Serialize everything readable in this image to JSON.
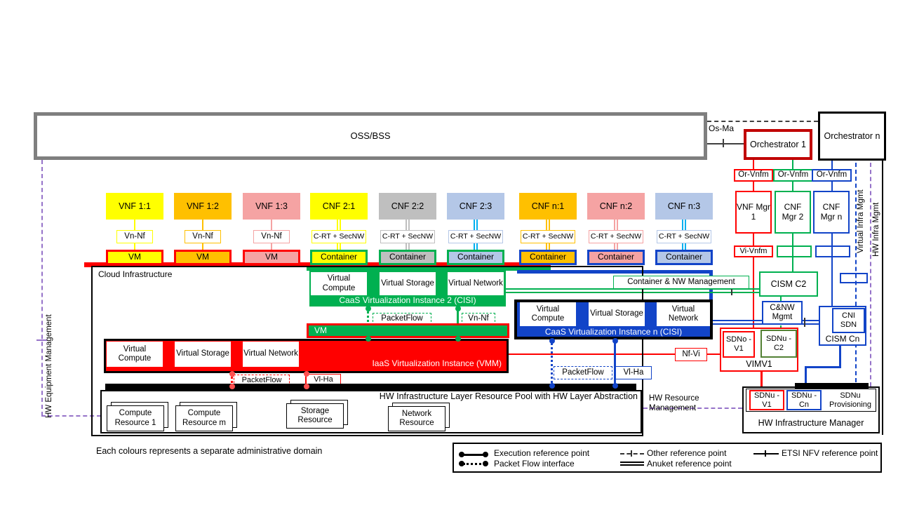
{
  "top": {
    "oss": "OSS/BSS",
    "os_ma": "Os-Ma",
    "orch1": "Orchestrator 1",
    "orchn": "Orchestrator n",
    "or_vnfm_1": "Or-Vnfm",
    "or_vnfm_2": "Or-Vnfm",
    "or_vnfm_3": "Or-Vnfm"
  },
  "columns": [
    {
      "label": "VNF 1:1",
      "ref": "Vn-Nf",
      "unit": "VM"
    },
    {
      "label": "VNF 1:2",
      "ref": "Vn-Nf",
      "unit": "VM"
    },
    {
      "label": "VNF 1:3",
      "ref": "Vn-Nf",
      "unit": "VM"
    },
    {
      "label": "CNF 2:1",
      "ref": "C-RT + SecNW",
      "unit": "Container"
    },
    {
      "label": "CNF 2:2",
      "ref": "C-RT + SecNW",
      "unit": "Container"
    },
    {
      "label": "CNF 2:3",
      "ref": "C-RT + SecNW",
      "unit": "Container"
    },
    {
      "label": "CNF n:1",
      "ref": "C-RT + SecNW",
      "unit": "Container"
    },
    {
      "label": "CNF n:2",
      "ref": "C-RT + SecNW",
      "unit": "Container"
    },
    {
      "label": "CNF n:3",
      "ref": "C-RT + SecNW",
      "unit": "Container"
    }
  ],
  "cloud": {
    "label": "Cloud Infrastructure",
    "caas2": {
      "title": "CaaS Virtualization Instance 2 (CISI)",
      "cells": [
        "Virtual Compute",
        "Virtual Storage",
        "Virtual Network"
      ],
      "packetflow": "PacketFlow",
      "vn_nf": "Vn-Nf"
    },
    "vm_bar": "VM",
    "iaas": {
      "title": "IaaS Virtualization Instance (VMM)",
      "cells": [
        "Virtual Compute",
        "Virtual Storage",
        "Virtual Network"
      ],
      "packetflow": "PacketFlow",
      "vl_ha": "Vl-Ha"
    },
    "caasn": {
      "title": "CaaS Virtualization Instance n (CISI)",
      "cells": [
        "Virtual Compute",
        "Virtual Storage",
        "Virtual Network"
      ],
      "packetflow": "PacketFlow",
      "vl_ha": "Vl-Ha"
    },
    "pool": {
      "title": "HW Infrastructure Layer Resource Pool with HW Layer Abstraction",
      "resources": [
        "Compute Resource 1",
        "Compute Resource m",
        "Storage Resource",
        "Network Resource"
      ]
    }
  },
  "right": {
    "managers": [
      "VNF Mgr 1",
      "CNF Mgr 2",
      "CNF Mgr n"
    ],
    "vi_vnfm": "Vi-Vnfm",
    "cism_c2": "CISM C2",
    "container_nw": "Container & NW Management",
    "cnw_mgmt": "C&NW Mgmt",
    "cni_sdn": "CNI SDN",
    "cism_cn": "CISM Cn",
    "sdno_v1": "SDNo -V1",
    "sdnu_c2": "SDNu -C2",
    "vim": "VIMV1",
    "nf_vi": "Nf-Vi",
    "hw_mgr_title": "HW Infrastructure Manager",
    "sdnu_v1": "SDNu -V1",
    "sdnu_cn": "SDNu -Cn",
    "sdnu_prov": "SDNu Provisioning",
    "hw_resource_mgmt": "HW Resource Management",
    "virtual_infra_mgmt": "Virtual Infra Mgmt",
    "hw_infra_mgmt": "HW Infra Mgmt"
  },
  "left": {
    "hw_equipment_mgmt": "HW Equipment Management"
  },
  "footer": {
    "note": "Each colours represents a separate administrative domain"
  },
  "legend": {
    "execution": "Execution reference point",
    "packet_flow": "Packet Flow interface",
    "other": "Other reference point",
    "anuket": "Anuket reference point",
    "etsi": "ETSI NFV reference point"
  },
  "colors": {
    "yellow": "#FFFF00",
    "orange": "#FFC000",
    "pink": "#F5A3A3",
    "gray": "#BFBFBF",
    "light_blue": "#B4C7E7",
    "green": "#00B050",
    "dark_green": "#538135",
    "blue": "#1244C8",
    "cyan": "#00B0F0",
    "red": "#FF0000",
    "dark_red": "#C00000",
    "purple": "#9673C9",
    "oss_border": "#7F7F7F"
  }
}
